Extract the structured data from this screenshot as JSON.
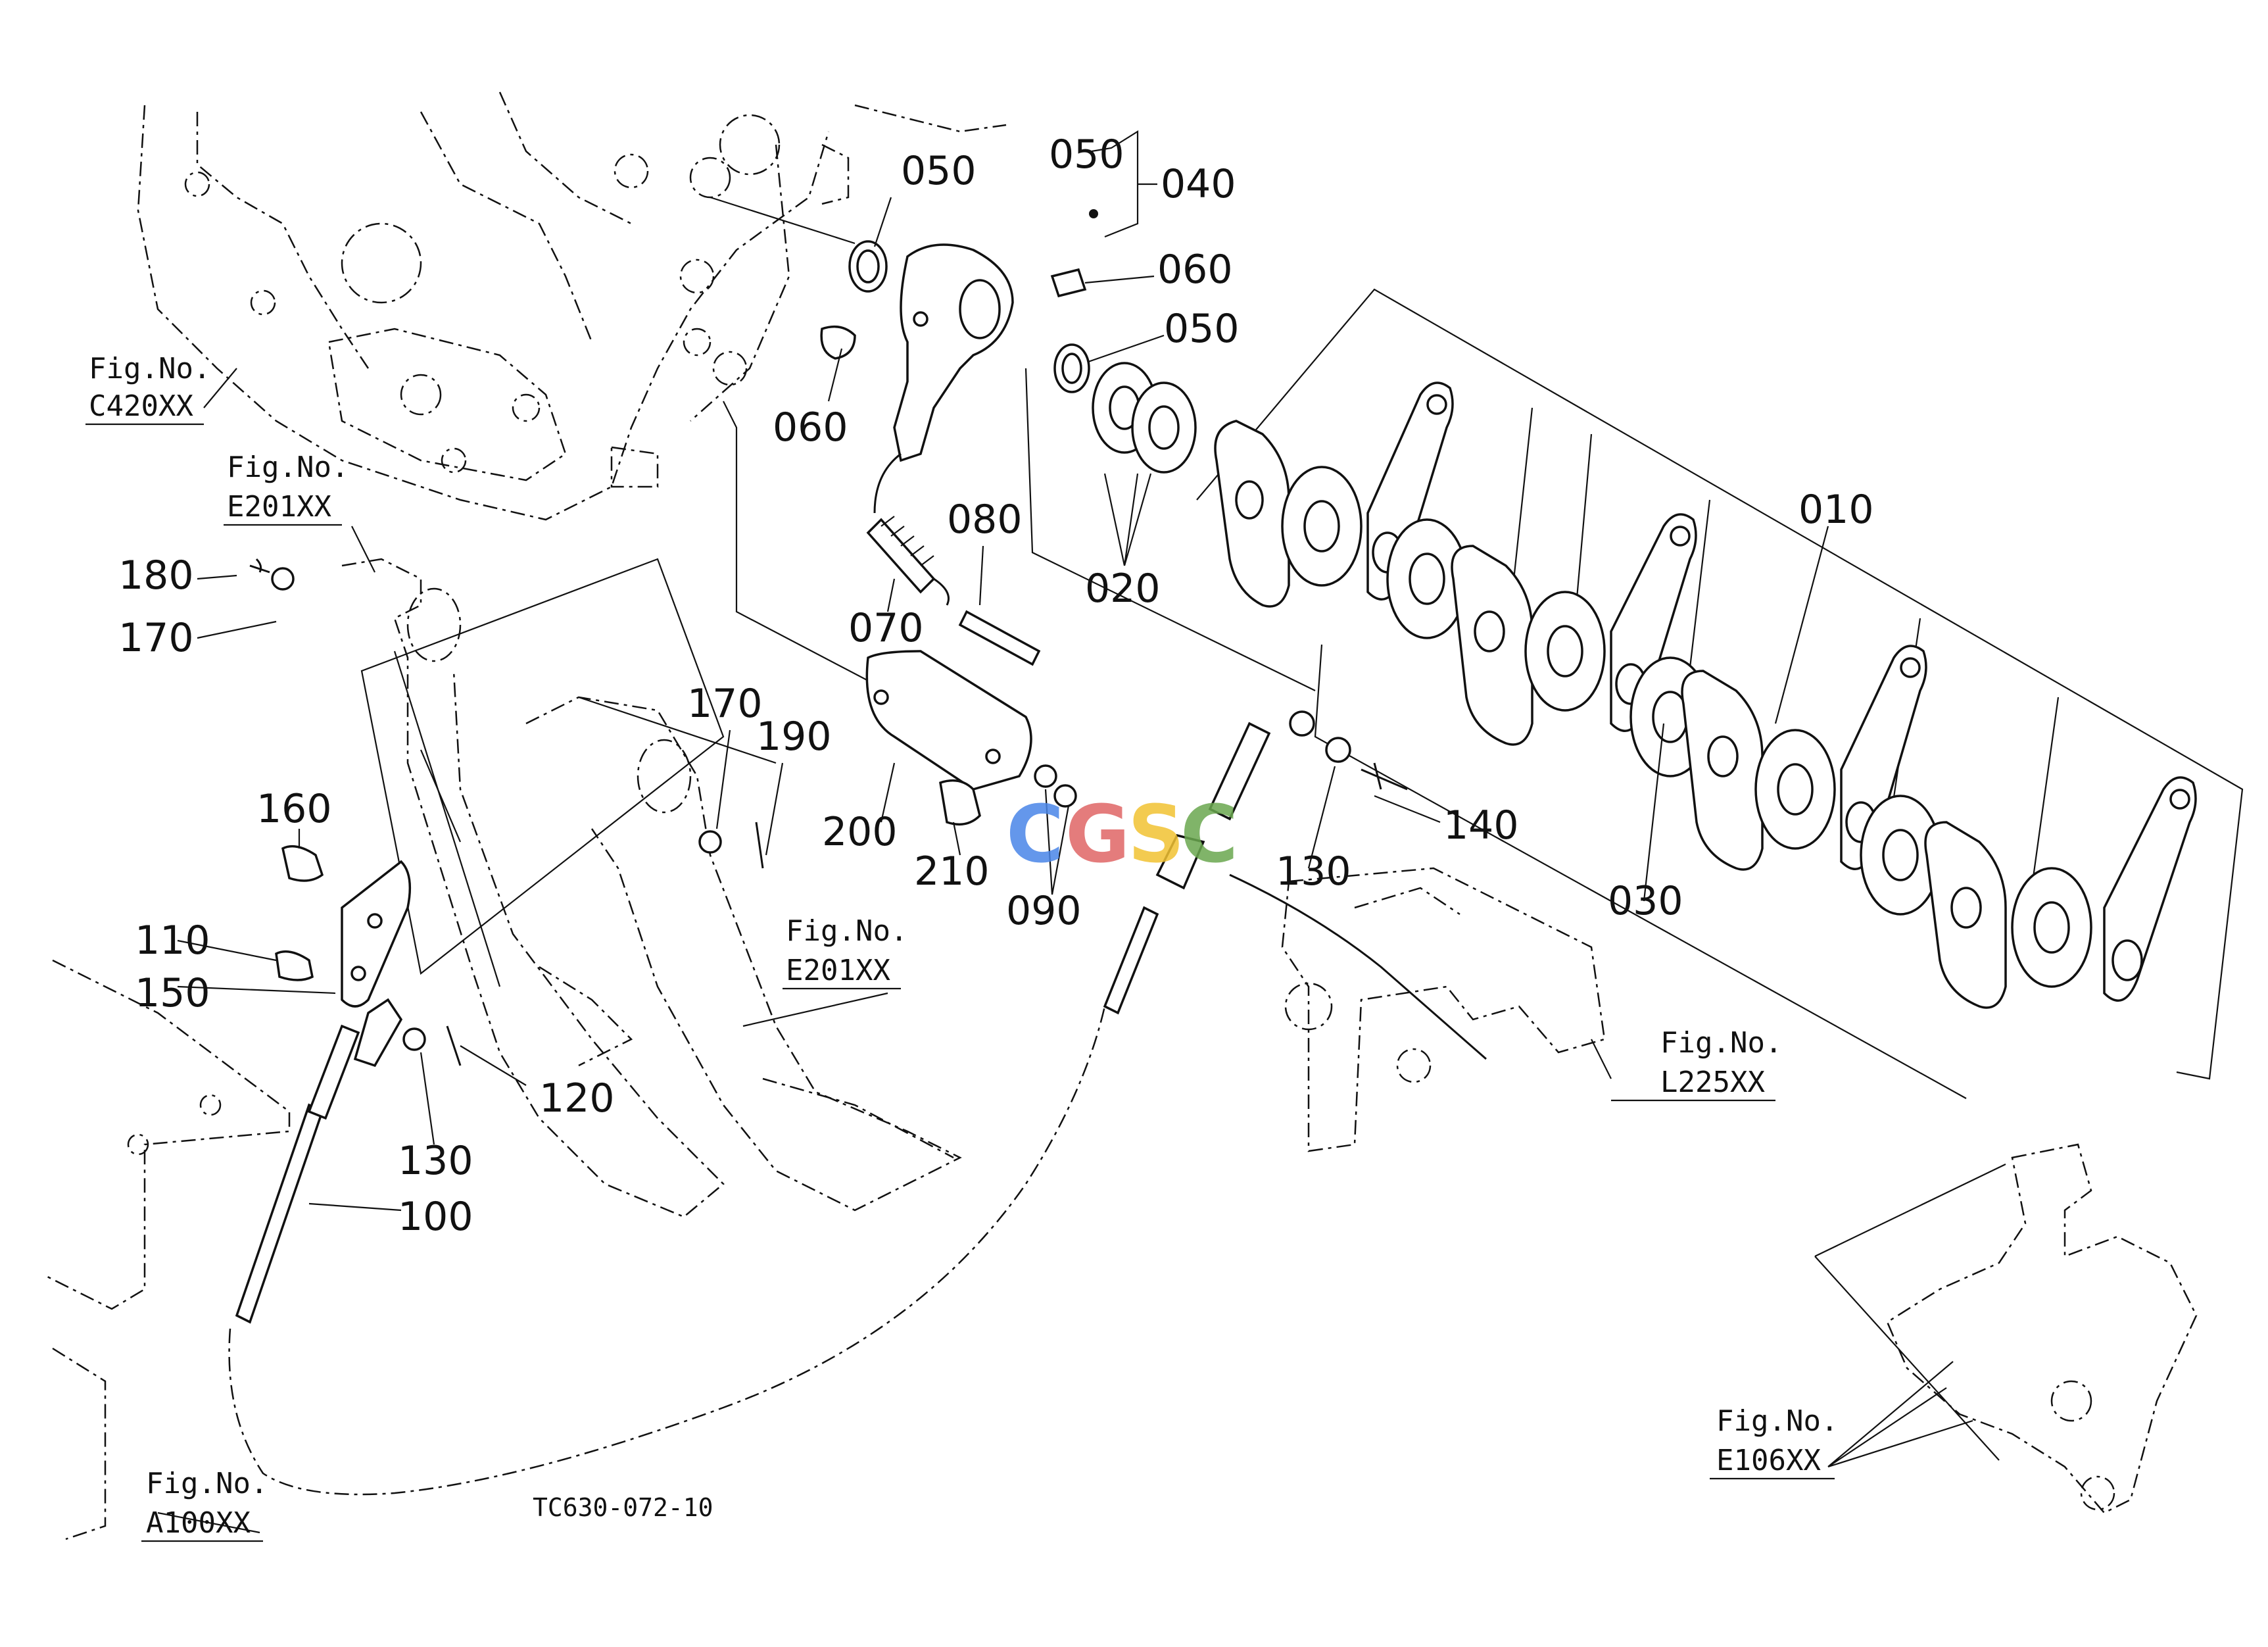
{
  "diagram": {
    "drawing_code": "TC630-072-10",
    "watermark": "CGSC",
    "colors": {
      "watermark_c": "#4a86e8",
      "watermark_g": "#e06666",
      "watermark_s": "#f1c232",
      "watermark_c2": "#6aa84f",
      "ink": "#111111"
    },
    "part_labels": {
      "p050a": "050",
      "p050b": "050",
      "p040": "040",
      "p060a": "060",
      "p050c": "050",
      "p060b": "060",
      "p010": "010",
      "p080": "080",
      "p020": "020",
      "p070": "070",
      "p180": "180",
      "p170a": "170",
      "p170b": "170",
      "p190": "190",
      "p200": "200",
      "p160": "160",
      "p210": "210",
      "p090": "090",
      "p130a": "130",
      "p140": "140",
      "p030": "030",
      "p110": "110",
      "p150": "150",
      "p120": "120",
      "p130b": "130",
      "p100": "100"
    },
    "fig_refs": {
      "c420": {
        "title": "Fig.No.",
        "code": "C420XX"
      },
      "e201a": {
        "title": "Fig.No.",
        "code": "E201XX"
      },
      "e201b": {
        "title": "Fig.No.",
        "code": "E201XX"
      },
      "l225": {
        "title": "Fig.No.",
        "code": "L225XX"
      },
      "e106": {
        "title": "Fig.No.",
        "code": "E106XX"
      },
      "a100": {
        "title": "Fig.No.",
        "code": "A100XX"
      }
    }
  }
}
